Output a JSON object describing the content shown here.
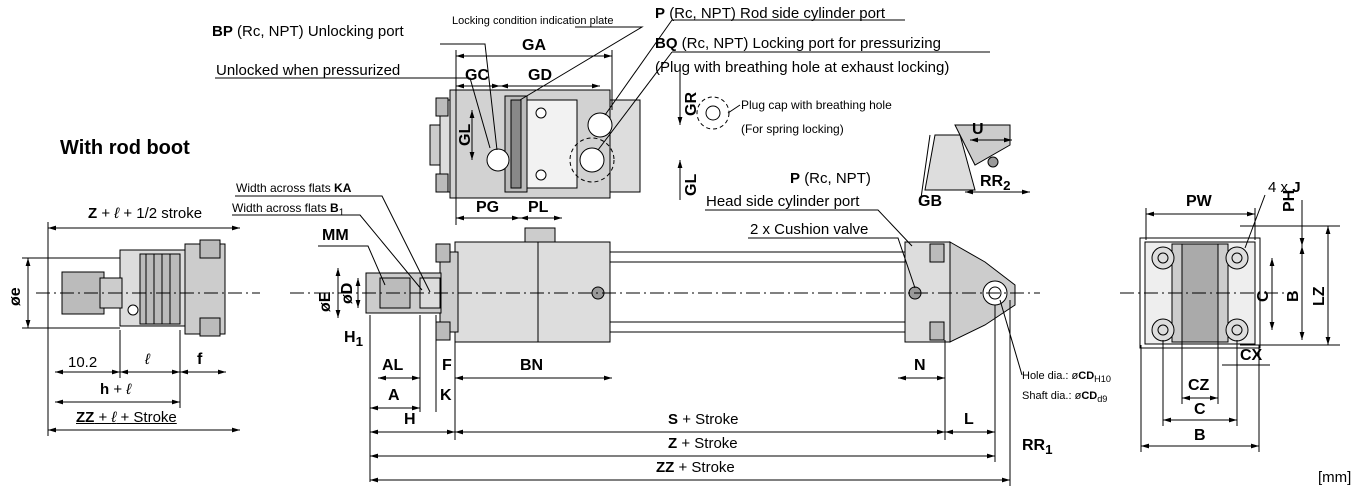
{
  "section_title": "With rod boot",
  "unit": "[mm]",
  "callouts": {
    "bp_code": "BP",
    "bp_text": "(Rc, NPT) Unlocking port",
    "unlocked": "Unlocked when pressurized",
    "locking_plate": "Locking condition indication plate",
    "p_code": "P",
    "p_text": "(Rc, NPT) Rod side cylinder port",
    "bq_code": "BQ",
    "bq_text": "(Rc, NPT) Locking port for pressurizing",
    "plug_breathing": "(Plug with breathing hole at exhaust locking)",
    "plug_cap": "Plug cap with breathing hole",
    "spring_locking": "(For spring locking)",
    "head_p_code": "P",
    "head_p_text": "(Rc, NPT)",
    "head_port": "Head side cylinder port",
    "cushion": "2 x Cushion valve",
    "ka_text": "Width across flats",
    "ka_code": "KA",
    "b1_text": "Width across flats",
    "b1_code": "B",
    "hole_text": "Hole dia.: ø",
    "hole_code": "CD",
    "hole_sub": "H10",
    "shaft_text": "Shaft dia.: ø",
    "shaft_code": "CD",
    "shaft_sub": "d9",
    "four_j_prefix": "4 x",
    "four_j_code": "J"
  },
  "dimensions": {
    "GA": "GA",
    "GC": "GC",
    "GD": "GD",
    "GR": "GR",
    "GL1": "GL",
    "GL2": "GL",
    "PG": "PG",
    "PL": "PL",
    "U": "U",
    "RR2": "RR",
    "GB": "GB",
    "boot_z": "Z",
    "boot_z_tail": "+ 1/2 stroke",
    "oe": "øe",
    "ten": "10.2",
    "f": "f",
    "h": "h",
    "boot_zz": "ZZ",
    "boot_zz_tail": "+ Stroke",
    "MM": "MM",
    "oE": "øE",
    "oD": "øD",
    "H1": "H",
    "AL": "AL",
    "A": "A",
    "H": "H",
    "F": "F",
    "K": "K",
    "BN": "BN",
    "N": "N",
    "L": "L",
    "S": "S",
    "S_tail": "+ Stroke",
    "Z": "Z",
    "Z_tail": "+ Stroke",
    "ZZ": "ZZ",
    "ZZ_tail": "+ Stroke",
    "RR1": "RR",
    "PW": "PW",
    "PH": "PH",
    "C1": "C",
    "B1": "B",
    "LZ": "LZ",
    "CX": "CX",
    "CZ": "CZ",
    "C2": "C",
    "B2": "B"
  }
}
